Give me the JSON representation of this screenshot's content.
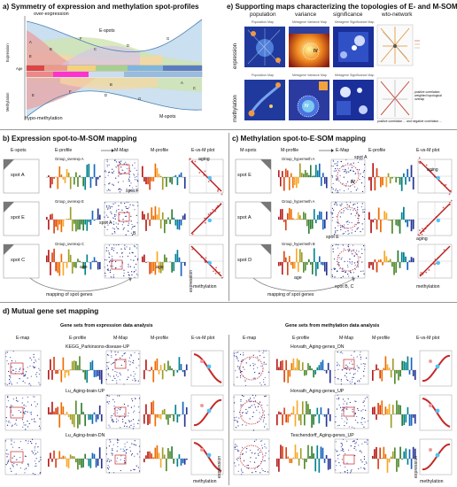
{
  "panels": {
    "a": {
      "title": "a) Symmetry of expression and methylation spot-profiles",
      "over_expression": "over-expression",
      "e_spots": "E-spots",
      "hypo_methylation": "hypo-methylation",
      "m_spots": "M-spots",
      "y_expression": "Expression",
      "y_methylation": "Methylation",
      "x_age": "Age",
      "letters_top": [
        "A",
        "B",
        "C",
        "D",
        "E",
        "F",
        "G"
      ],
      "letters_bottom": [
        "A",
        "B",
        "C",
        "D",
        "E",
        "F",
        "G"
      ]
    },
    "e": {
      "title": "e) Supporting maps characterizing the topologies of E- and M-SOM",
      "cols": [
        "population",
        "variance",
        "significance",
        "wto-network"
      ],
      "rows": [
        "expression",
        "methylation"
      ],
      "map_titles": [
        "Population Map",
        "Metagene Variance Map",
        "Metagene Significance Map"
      ],
      "roman_top": "IV",
      "roman_bottom": "IV",
      "net_legend": "positive correlation; weighted topological overlap",
      "net_note": "positive correlation ... and negative correlation ..."
    },
    "b": {
      "title": "b) Expression spot-to-M-SOM mapping",
      "headers": [
        "E-spots",
        "E-profile",
        "M-Map",
        "M-profile",
        "E-vs-M plot"
      ],
      "spots": [
        "spot A",
        "spot E",
        "spot C"
      ],
      "groups": [
        "Group_overexp A",
        "Group_overexp E",
        "Group_overexp C"
      ],
      "annotations": [
        "spot F",
        "spot A",
        "B",
        "aging",
        "age",
        "age"
      ],
      "axis_expression": "expression",
      "axis_methylation": "methylation",
      "arc_label": "mapping of spot genes"
    },
    "c": {
      "title": "c) Methylation  spot-to-E-SOM mapping",
      "headers": [
        "M-spots",
        "M-profile",
        "E-Map",
        "E-profile",
        "E-vs-M plot"
      ],
      "spots": [
        "spot E",
        "spot A",
        "spot D"
      ],
      "groups": [
        "Group_hypermeth A",
        "Group_hypermeth A",
        "Group_hypermeth B"
      ],
      "annotations": [
        "spot A",
        "IV",
        "spot E",
        "spot B, C",
        "aging",
        "aging",
        "age"
      ],
      "axis_methylation": "methylation",
      "arc_label": "mapping of spot genes"
    },
    "d": {
      "title": "d) Mutual gene set mapping",
      "left_heading": "Gene sets from expression data analysis",
      "right_heading": "Gene sets from methylation data analysis",
      "headers": [
        "E-map",
        "E-profile",
        "M-Map",
        "M-profile",
        "E-vs-M plot"
      ],
      "left_sets": [
        "KEGG_Parkinsons-disease-UP",
        "Lu_Aging-brain-UP",
        "Lu_Aging-brain-DN"
      ],
      "right_sets": [
        "Horvath_Aging-genes_DN",
        "Horvath_Aging-genes_UP",
        "Teschendorff_Aging-genes_UP"
      ],
      "axis_expression": "expression",
      "axis_methylation": "methylation"
    }
  }
}
